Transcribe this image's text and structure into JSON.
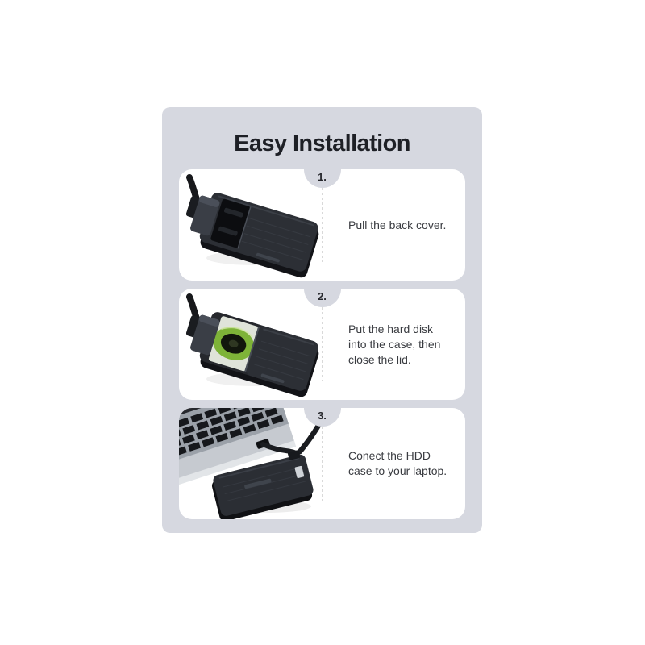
{
  "panel": {
    "title": "Easy Installation",
    "background": "#d6d8e0",
    "title_color": "#1e2026"
  },
  "steps": [
    {
      "number": "1.",
      "image": "hdd-enclosure-back-cover",
      "caption_lines": [
        "Pull the back cover."
      ]
    },
    {
      "number": "2.",
      "image": "hdd-enclosure-hard-disk-inserted",
      "caption_lines": [
        "Put the hard disk",
        "into the case, then",
        "close the lid."
      ]
    },
    {
      "number": "3.",
      "image": "laptop-connected-hdd-case",
      "caption_lines": [
        "Conect the HDD",
        "case to your laptop."
      ]
    }
  ],
  "colors": {
    "card_background": "#ffffff",
    "caption_text": "#3a3c41",
    "step_number": "#26272c",
    "divider": "#d9d9d9",
    "enclosure_black": "#2c2f35",
    "hard_disk_green": "#7eb338",
    "laptop_silver": "#9ba1a9",
    "cable_black": "#17181b"
  }
}
